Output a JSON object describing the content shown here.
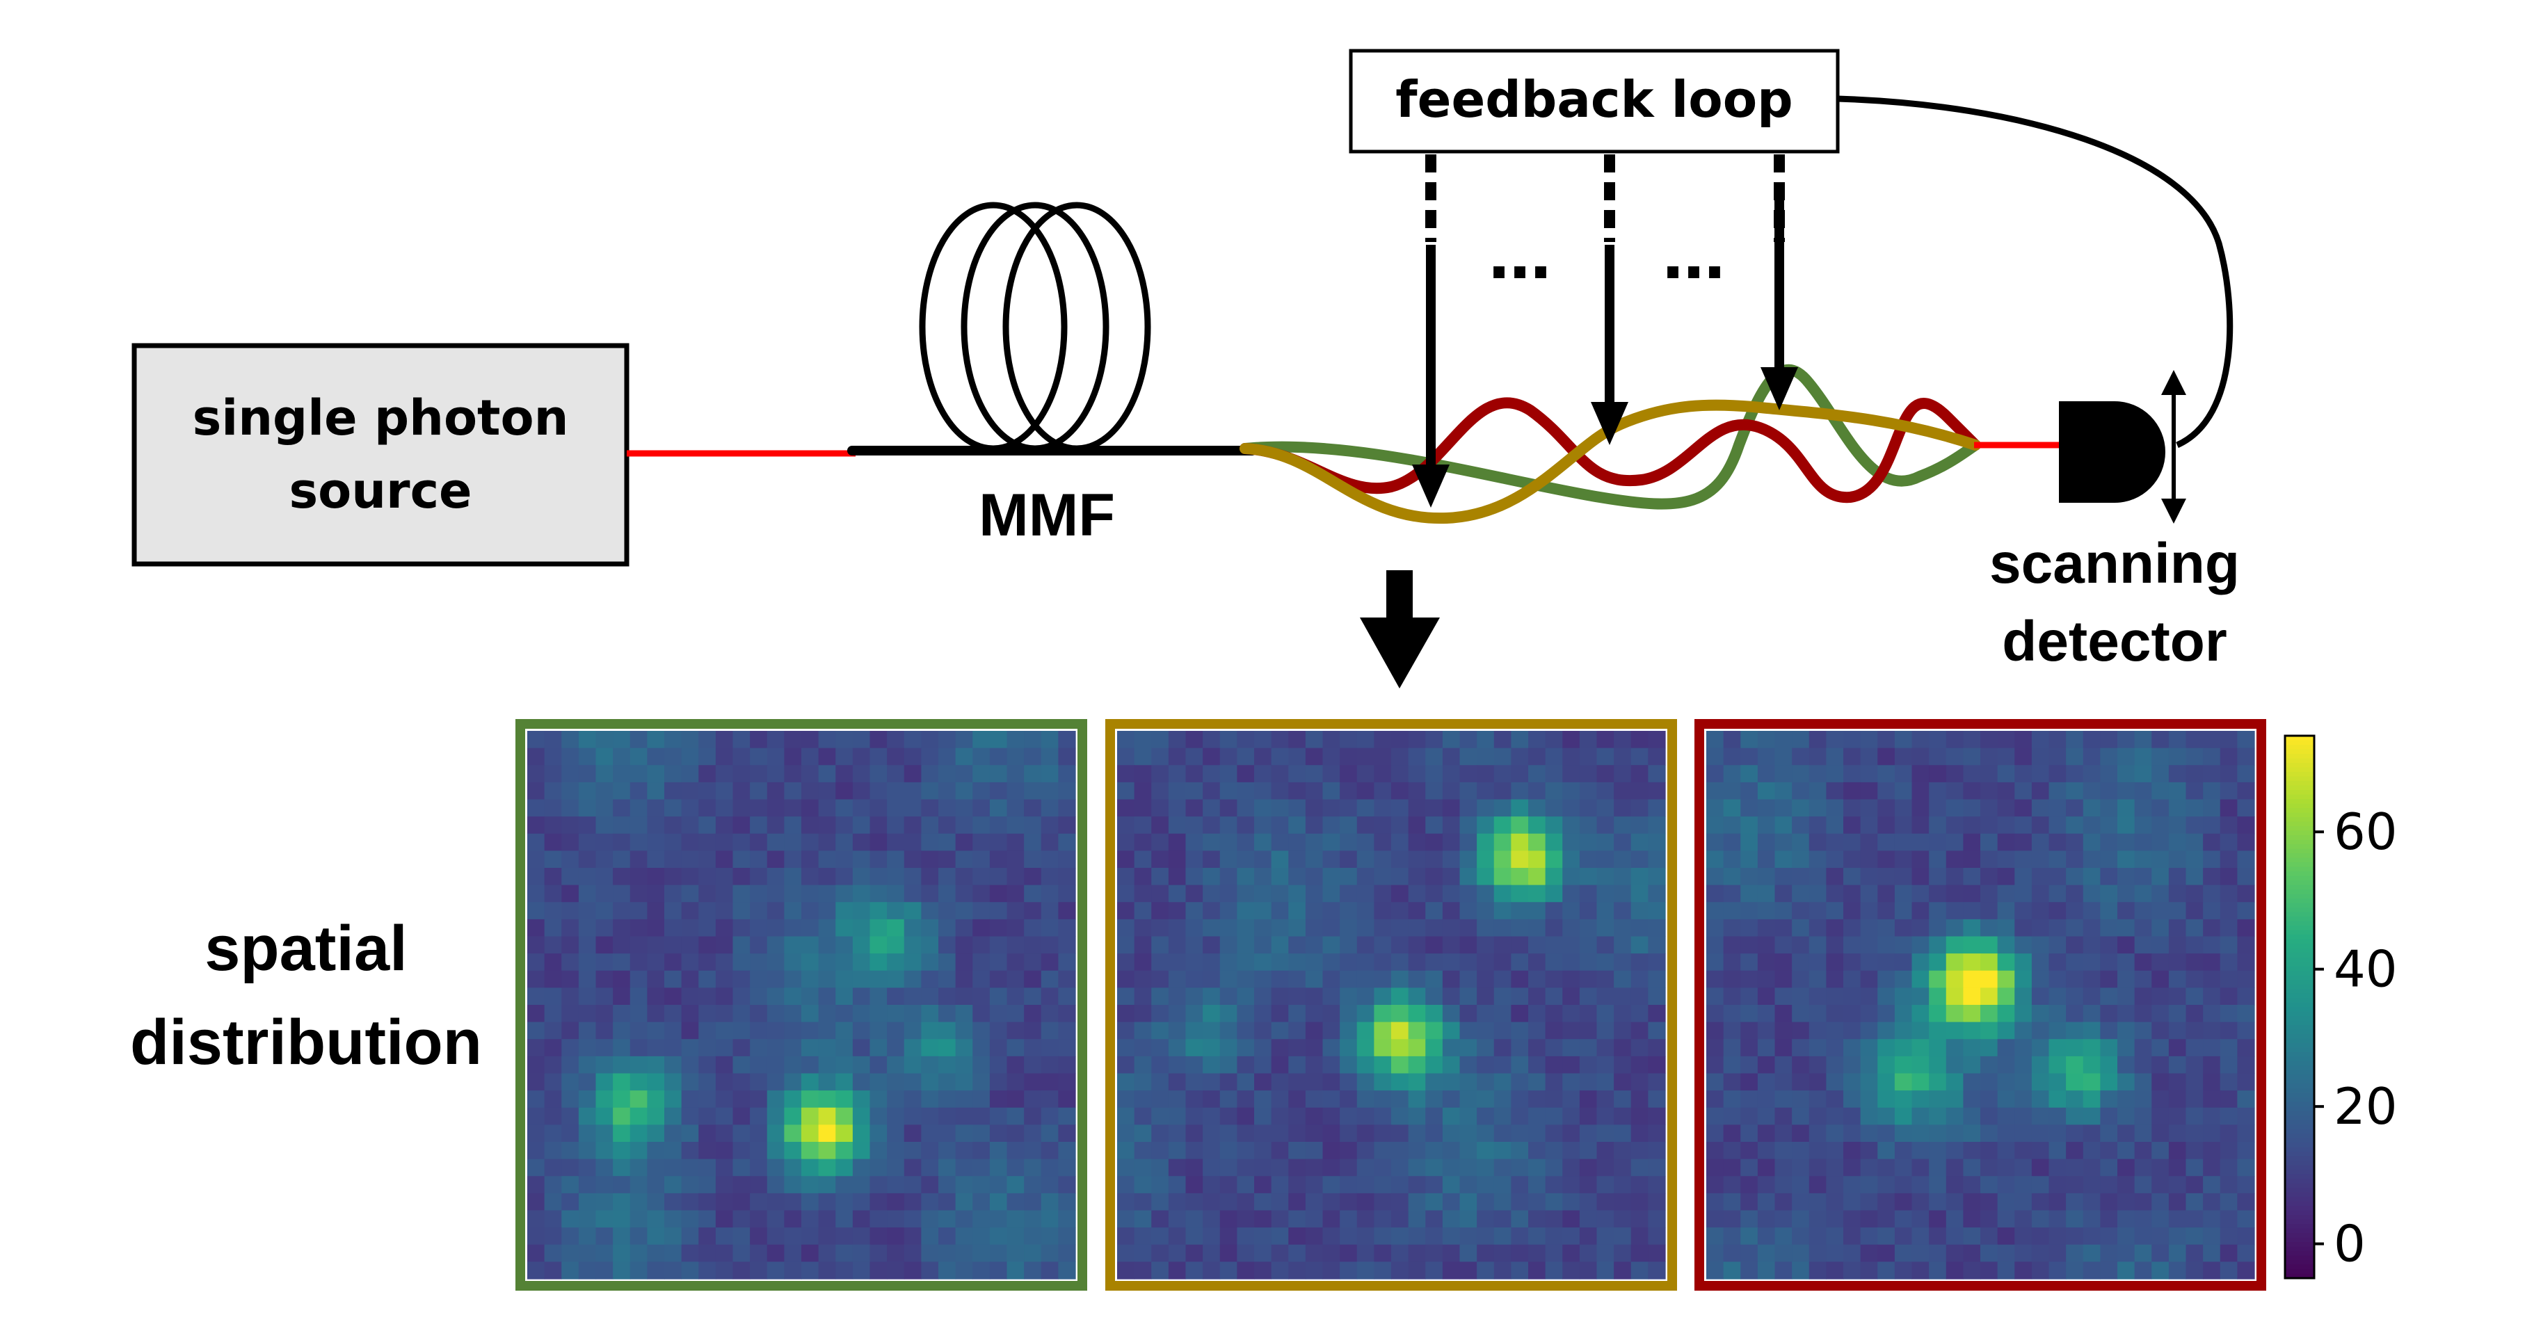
{
  "labels": {
    "source_line1": "single photon",
    "source_line2": "source",
    "fiber": "MMF",
    "feedback": "feedback loop",
    "dots": "…",
    "detector_line1": "scanning",
    "detector_line2": "detector",
    "spatial_line1": "spatial",
    "spatial_line2": "distribution"
  },
  "colors": {
    "beam": "#ff0000",
    "mode_green": "#548235",
    "mode_gold": "#a98300",
    "mode_red": "#9e0000",
    "source_fill": "#e5e5e5"
  },
  "colorbar": {
    "min": -5,
    "max": 74,
    "ticks": [
      "0",
      "20",
      "40",
      "60"
    ],
    "tick_values": [
      0,
      20,
      40,
      60
    ],
    "colormap": "viridis"
  },
  "panels": [
    {
      "border": "green",
      "peaks": [
        [
          0.19,
          0.68,
          38
        ],
        [
          0.54,
          0.73,
          62
        ],
        [
          0.66,
          0.37,
          25
        ],
        [
          0.75,
          0.58,
          20
        ]
      ]
    },
    {
      "border": "gold",
      "peaks": [
        [
          0.74,
          0.23,
          60
        ],
        [
          0.52,
          0.56,
          55
        ],
        [
          0.16,
          0.55,
          18
        ]
      ]
    },
    {
      "border": "red",
      "peaks": [
        [
          0.49,
          0.46,
          70
        ],
        [
          0.36,
          0.63,
          25
        ],
        [
          0.68,
          0.62,
          35
        ]
      ]
    }
  ]
}
